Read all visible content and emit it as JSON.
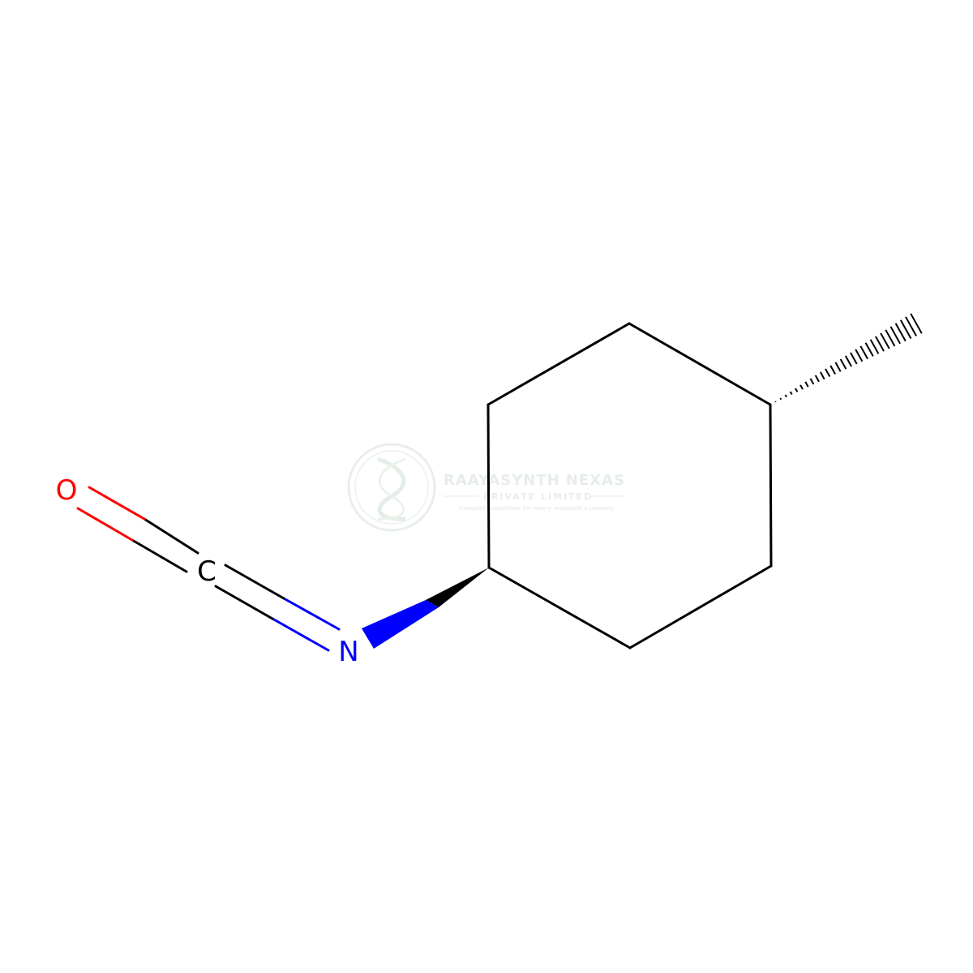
{
  "molecule": {
    "atoms": {
      "oxygen": "O",
      "carbon": "C",
      "nitrogen": "N"
    }
  },
  "watermark": {
    "company": "RAAYASYNTH NEXAS",
    "subtitle": "PRIVATE LIMITED",
    "tagline": "Complete solutions for every molecule's journey"
  },
  "colors": {
    "bond": "#000000",
    "oxygen": "#ff0000",
    "nitrogen": "#0000ff",
    "carbon": "#000000",
    "watermark": "#d9e6dc"
  }
}
